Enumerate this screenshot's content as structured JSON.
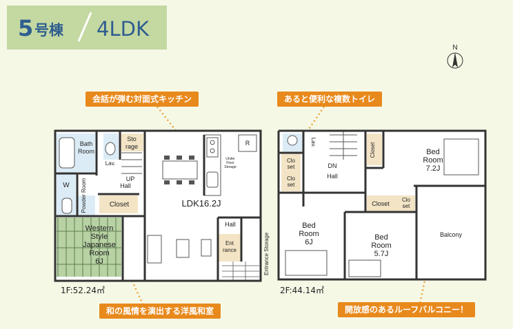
{
  "header": {
    "building_number": "5",
    "building_suffix": "号棟",
    "layout": "4LDK",
    "header_bg": "#c4d8a2",
    "text_color": "#2e5d8f"
  },
  "compass": {
    "label": "N"
  },
  "callouts": {
    "kitchen": "会話が弾む対面式キッチン",
    "toilet": "あると便利な複数トイレ",
    "japanese_room": "和の風情を演出する洋風和室",
    "balcony": "開放感のあるルーフバルコニー！",
    "color": "#e8891c"
  },
  "floor1": {
    "area_label": "1F:52.24㎡",
    "rooms": {
      "bath": [
        "Bath",
        "Room"
      ],
      "lav": "Lav.",
      "storage": [
        "Sto",
        "rage"
      ],
      "up": "UP",
      "hall": "Hall",
      "ldk": "LDK16.2J",
      "powder": "Powder Room",
      "w": "W",
      "closet": "Closet",
      "western": [
        "Western",
        "Style",
        "Japanese",
        "Room",
        "6J"
      ],
      "hall2": "Hall",
      "entrance": [
        "Ent",
        "rance"
      ],
      "entrance_storage": "Entrance Storage",
      "under_floor": [
        "Under",
        "Floor",
        "Storage"
      ],
      "r": "R"
    }
  },
  "floor2": {
    "area_label": "2F:44.14㎡",
    "rooms": {
      "lav": "Lav.",
      "closet_a": [
        "Clo",
        "set"
      ],
      "closet_b": [
        "Clo",
        "set"
      ],
      "dn": "DN",
      "hall": "Hall",
      "closet_v": "Closet",
      "bed1": [
        "Bed",
        "Room",
        "7.2J"
      ],
      "bed2": [
        "Bed",
        "Room",
        "6J"
      ],
      "bed3": [
        "Bed",
        "Room",
        "5.7J"
      ],
      "closet_c": "Closet",
      "closet_d": [
        "Clo",
        "set"
      ],
      "balcony": "Balcony"
    }
  }
}
